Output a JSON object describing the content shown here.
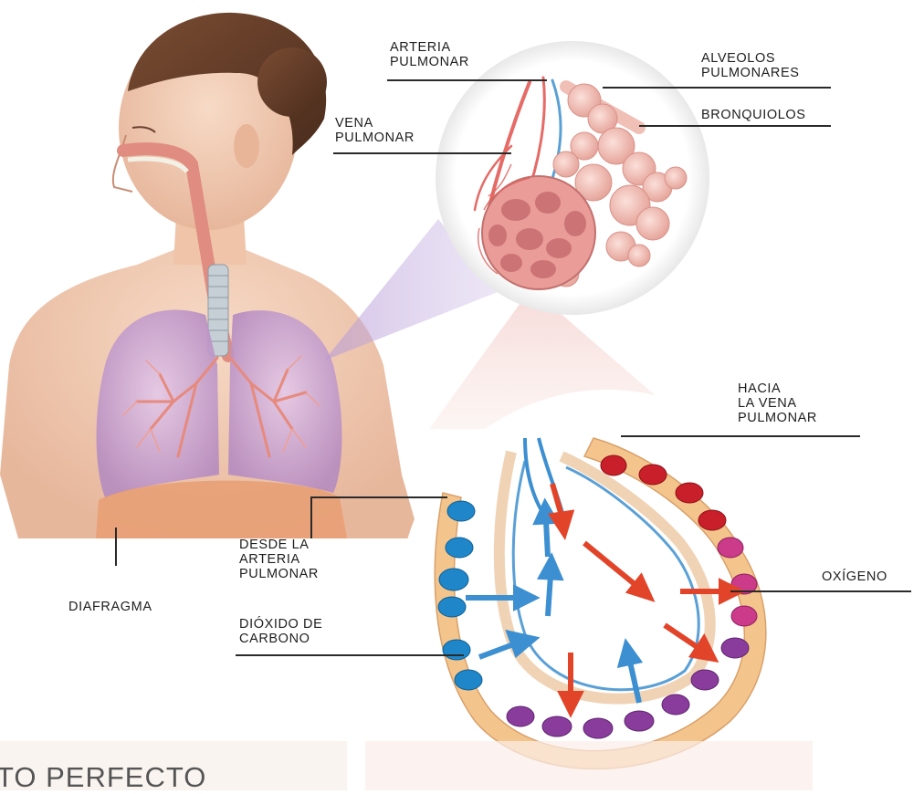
{
  "labels": {
    "arteria_pulmonar": [
      "ARTERIA",
      "PULMONAR"
    ],
    "alveolos_pulmonares": [
      "ALVEOLOS",
      "PULMONARES"
    ],
    "bronquiolos": [
      "BRONQUIOLOS"
    ],
    "vena_pulmonar": [
      "VENA",
      "PULMONAR"
    ],
    "hacia_la_vena_pulmonar": [
      "HACIA",
      "LA VENA",
      "PULMONAR"
    ],
    "desde_la_arteria_pulmonar": [
      "DESDE LA",
      "ARTERIA",
      "PULMONAR"
    ],
    "diafragma": [
      "DIAFRAGMA"
    ],
    "oxigeno": [
      "OXÍGENO"
    ],
    "dioxido_de_carbono": [
      "DIÓXIDO DE",
      "CARBONO"
    ]
  },
  "bottom_text": "TO PERFECTO",
  "colors": {
    "lung": "#c9a3d0",
    "skin": "#f3cfb8",
    "alveolus": "#f0bfb6",
    "co2_blue": "#3c8fd1",
    "o2_red": "#e2442a",
    "blood_red": "#c81f2a",
    "blood_blue": "#1f86c9",
    "blood_purple": "#8a3c9c"
  }
}
